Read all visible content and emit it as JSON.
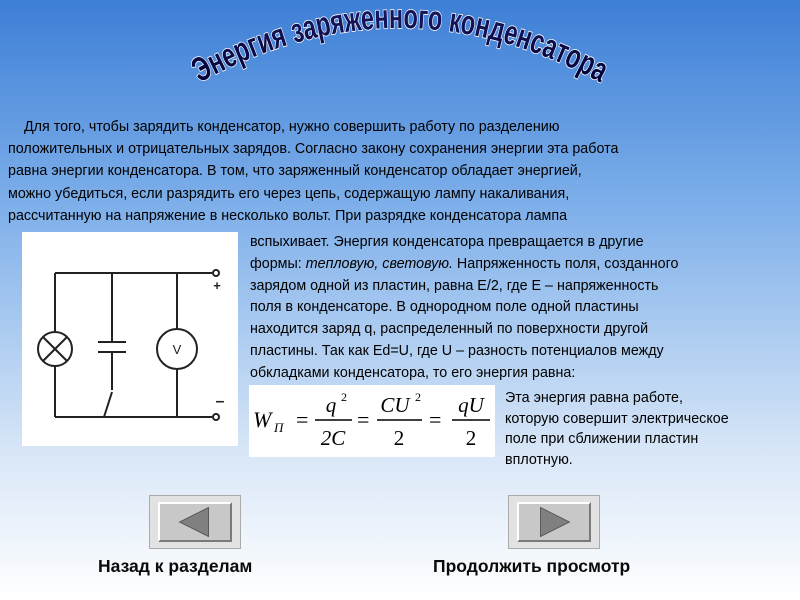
{
  "title": "Энергия заряженного конденсатора",
  "intro": {
    "lines": [
      "Для того, чтобы зарядить конденсатор, нужно совершить работу по разделению",
      "положительных и отрицательных зарядов. Согласно закону сохранения энергии эта работа",
      "равна энергии конденсатора. В том, что заряженный конденсатор обладает энергией,",
      "можно убедиться, если разрядить его через цепь, содержащую лампу накаливания,",
      "рассчитанную на напряжение в несколько вольт. При разрядке конденсатора лампа"
    ]
  },
  "circuit": {
    "plus": "+",
    "minus": "–",
    "voltmeter": "V"
  },
  "para2": {
    "line1": "вспыхивает. Энергия конденсатора превращается в другие",
    "line2_pre": "формы: ",
    "line2_italic": "тепловую, световую.",
    "line2_post": " Напряженность поля, созданного",
    "line3": "зарядом одной из пластин, равна E/2, где E – напряженность",
    "line4": "поля в конденсаторе. В однородном поле одной пластины",
    "line5": "находится заряд q, распределенный по поверхности другой",
    "line6": "пластины. Так как Ed=U, где U – разность потенциалов между",
    "line7": "обкладками конденсатора, то его энергия равна:"
  },
  "formula": {
    "lhs": "W",
    "lhs_sub": "П",
    "eq": "=",
    "f1_num": "q",
    "f1_num_sup": "2",
    "f1_den": "2C",
    "f2_num": "CU",
    "f2_num_sup": "2",
    "f2_den": "2",
    "f3_num": "qU",
    "f3_den": "2"
  },
  "para3": {
    "lines": [
      "Эта энергия равна работе,",
      "которую совершит электрическое",
      "поле при сближении пластин",
      "вплотную."
    ]
  },
  "nav": {
    "back_label": "Назад к разделам",
    "next_label": "Продолжить просмотр"
  }
}
